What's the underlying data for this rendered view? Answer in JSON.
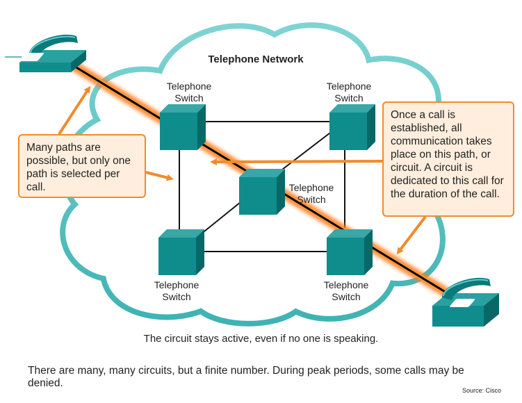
{
  "title": "Telephone Network",
  "switch_label": "Telephone\nSwitch",
  "callouts": {
    "left": "Many paths are possible, but only one path is selected per call.",
    "right": "Once a call is established, all communication takes place on this path, or circuit. A circuit is dedicated to this call for the duration of the call."
  },
  "caption": "The circuit stays active, even if no one is speaking.",
  "note": "There are many, many circuits, but a finite number. During peak periods, some calls may be denied.",
  "source": "Source: Cisco",
  "colors": {
    "cloud_outline": "#5ec4c4",
    "switch_teal": "#0f8c8c",
    "callout_border": "#f08c2a",
    "callout_fill": "#ffeedd",
    "circuit_glow": "#ff7a1a"
  },
  "icons": [
    "telephone-icon",
    "switch-icon",
    "cloud-icon",
    "arrow-icon"
  ]
}
